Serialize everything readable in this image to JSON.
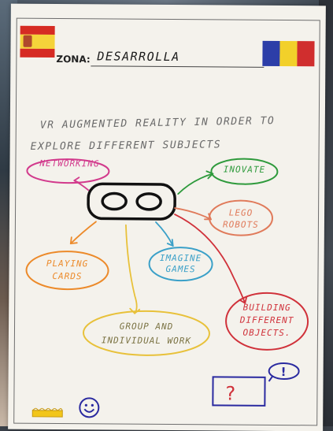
{
  "header": {
    "zona_label": "ZONA:",
    "zona_value": "DESARROLLA"
  },
  "title": {
    "line1": "VR AUGMENTED REALITY IN ORDER TO",
    "line2": "EXPLORE DIFFERENT SUBJECTS"
  },
  "nodes": [
    {
      "id": "networking",
      "lines": [
        "NETWORKING"
      ],
      "color": "#d23a8c"
    },
    {
      "id": "inovate",
      "lines": [
        "INOVATE"
      ],
      "color": "#2e9a3c"
    },
    {
      "id": "lego",
      "lines": [
        "LEGO",
        "ROBOTS"
      ],
      "color": "#e07a5a"
    },
    {
      "id": "playing",
      "lines": [
        "PLAYING",
        "CARDS"
      ],
      "color": "#ec8a2a"
    },
    {
      "id": "imagine",
      "lines": [
        "IMAGINE",
        "GAMES"
      ],
      "color": "#3aa0c8"
    },
    {
      "id": "group",
      "lines": [
        "GROUP AND",
        "INDIVIDUAL WORK"
      ],
      "color": "#e8c13a"
    },
    {
      "id": "building",
      "lines": [
        "BUILDING",
        "DIFFERENT",
        "OBJECTS."
      ],
      "color": "#d0313a"
    }
  ],
  "corner": {
    "exclaim": "!",
    "question": "?"
  },
  "colors": {
    "spain_red": "#d62b23",
    "spain_yellow": "#f5d33a",
    "ro_blue": "#2c3ea8",
    "ro_yellow": "#f2d02a",
    "ro_red": "#d02e2e",
    "goggles": "#111111",
    "corner_blue": "#2a2aa0"
  },
  "icons": [
    "spain-flag-icon",
    "romania-flag-icon",
    "vr-goggles-icon",
    "smiley-face-icon",
    "crown-icon",
    "question-box-icon",
    "exclamation-bubble-icon"
  ]
}
